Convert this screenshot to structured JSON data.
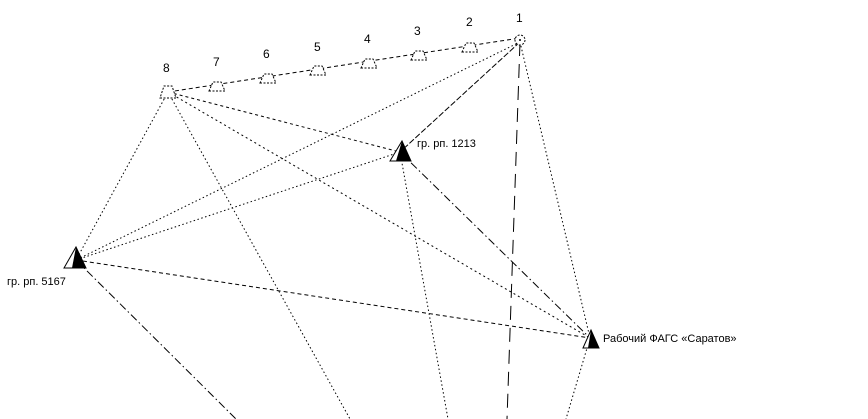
{
  "diagram": {
    "point_numbers": [
      "1",
      "2",
      "3",
      "4",
      "5",
      "6",
      "7",
      "8"
    ],
    "benchmarks": {
      "rp1213": "гр. рп. 1213",
      "rp5167": "гр. рп. 5167",
      "fags": "Рабочий ФАГС «Саратов»"
    },
    "line_color": "#000000"
  }
}
